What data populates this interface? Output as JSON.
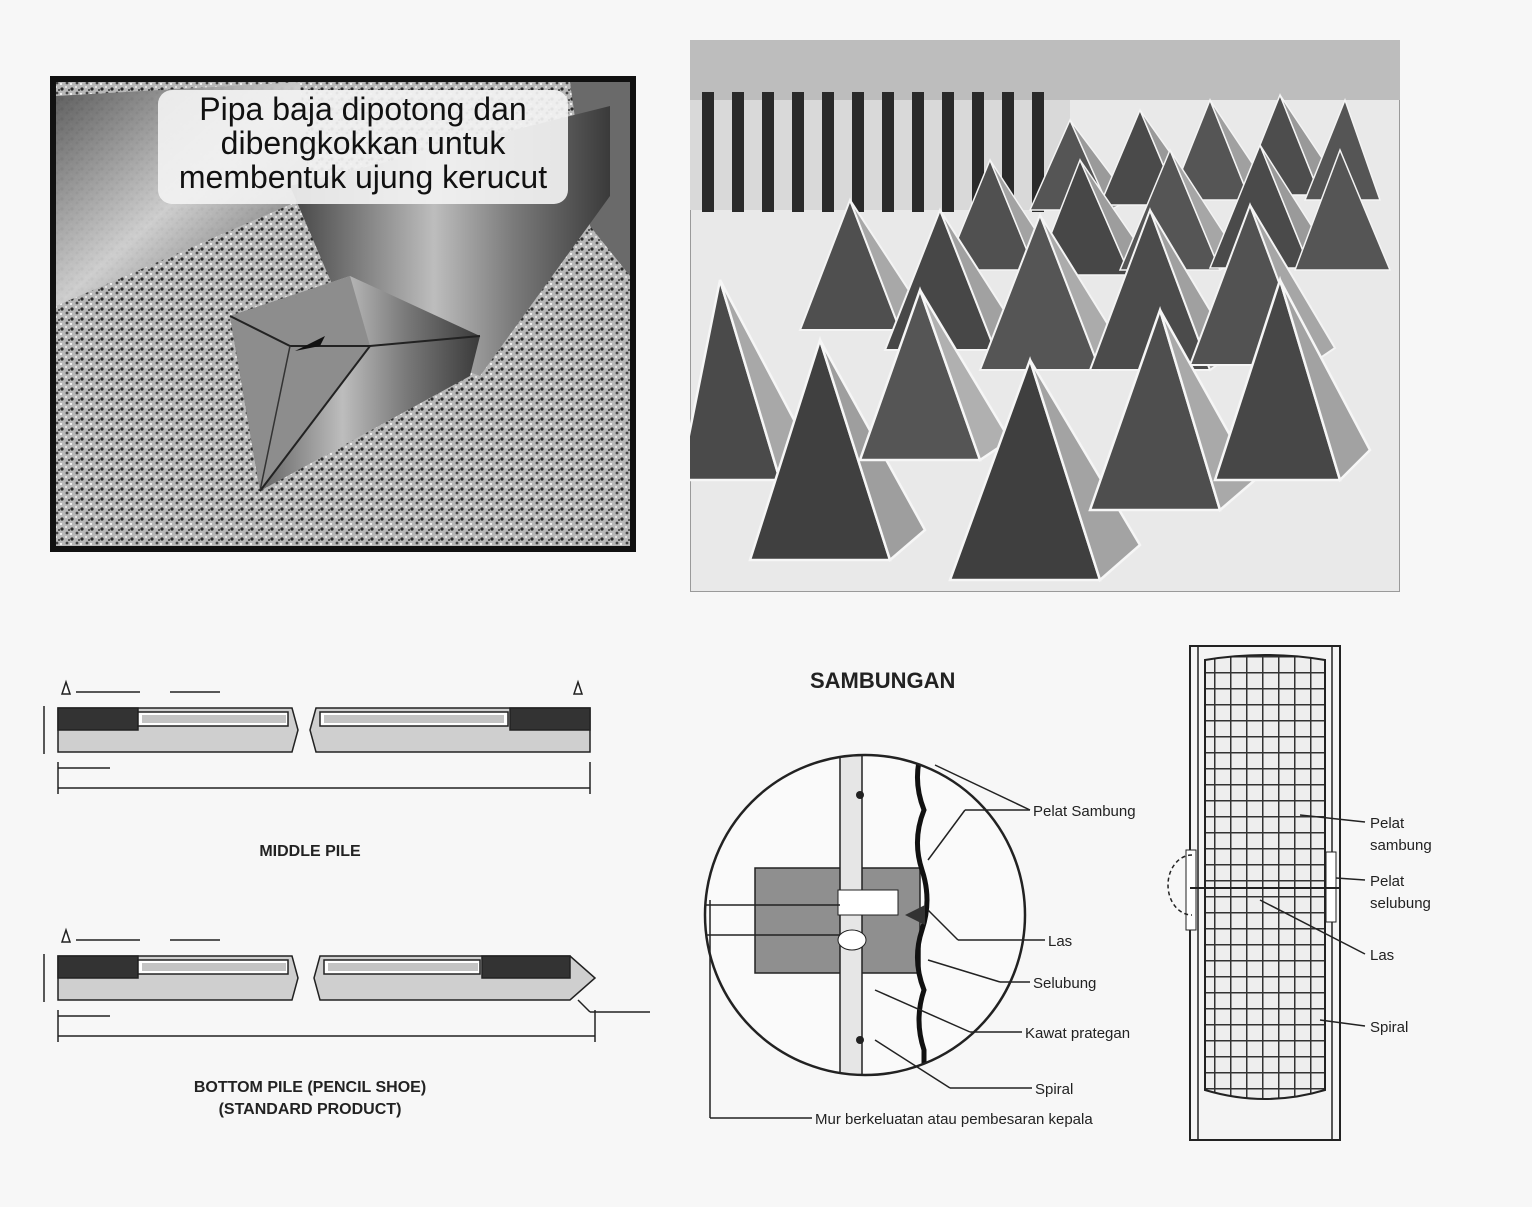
{
  "photo_tip": {
    "caption": [
      "Pipa baja dipotong dan",
      "dibengkokkan untuk",
      "membentuk ujung kerucut"
    ]
  },
  "middle_pile": {
    "caption": "MIDDLE PILE"
  },
  "bottom_pile": {
    "caption": [
      "BOTTOM PILE (PENCIL SHOE)",
      "(STANDARD PRODUCT)"
    ]
  },
  "sambungan": {
    "title": "SAMBUNGAN",
    "labels": {
      "plat_sambung": "Pelat Sambung",
      "las": "Las",
      "selubung": "Selubung",
      "kawat_prategang": "Kawat prategan",
      "spiral": "Spiral",
      "mur": "Mur berkeluatan atau pembesaran kepala"
    }
  },
  "elevation": {
    "labels": {
      "plat_sambung": [
        "Pelat",
        "sambung"
      ],
      "plat_selubung": [
        "Pelat",
        "selubung"
      ],
      "las": "Las",
      "spiral": "Spiral"
    }
  }
}
